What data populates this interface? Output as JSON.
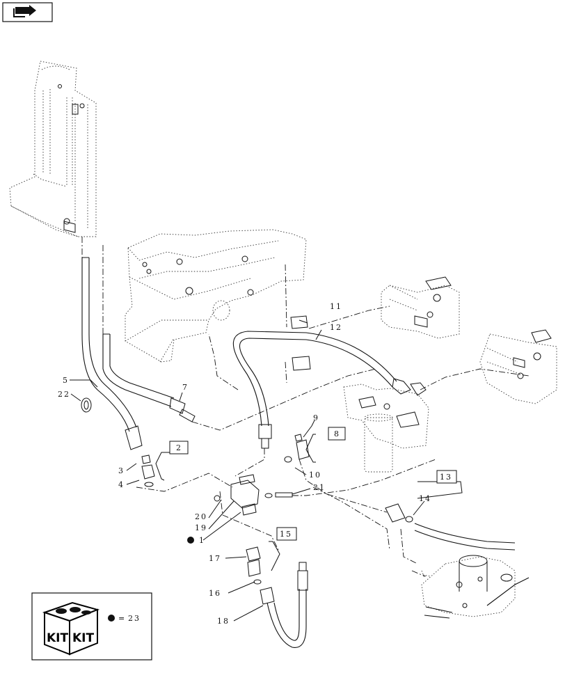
{
  "nav": {
    "icon": "next-page-arrow-icon"
  },
  "callouts": {
    "c1": "1",
    "c2": "2",
    "c3": "3",
    "c4": "4",
    "c5": "5",
    "c7": "7",
    "c8": "8",
    "c9": "9",
    "c10": "10",
    "c11": "11",
    "c12": "12",
    "c13": "13",
    "c14": "14",
    "c15": "15",
    "c16": "16",
    "c17": "17",
    "c18": "18",
    "c19": "19",
    "c20": "20",
    "c21": "21",
    "c22": "22"
  },
  "legend": {
    "kit_word": "KIT",
    "equals": "=",
    "kit_number": "23"
  },
  "colors": {
    "line": "#111111",
    "background": "#ffffff"
  }
}
